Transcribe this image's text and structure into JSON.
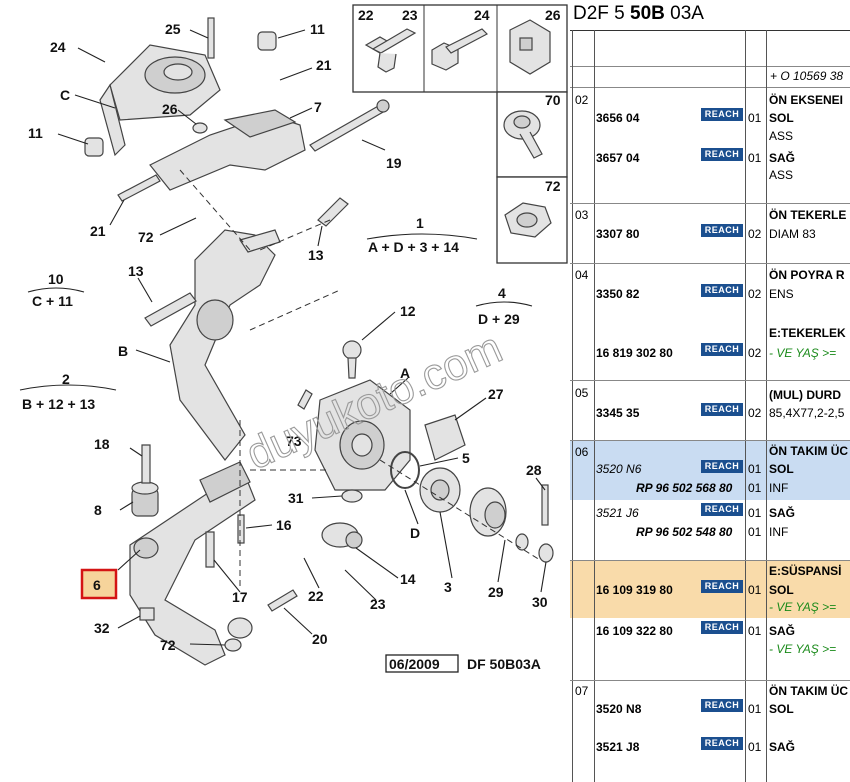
{
  "diagram": {
    "labels": {
      "n1": "1",
      "n2": "2",
      "n3": "3",
      "n4": "4",
      "n5": "5",
      "n6": "6",
      "n7": "7",
      "n8": "8",
      "n10": "10",
      "n11a": "11",
      "n11b": "11",
      "n12": "12",
      "n13a": "13",
      "n13b": "13",
      "n14": "14",
      "n16": "16",
      "n17": "17",
      "n18": "18",
      "n19": "19",
      "n20": "20",
      "n21a": "21",
      "n21b": "21",
      "n22": "22",
      "n23": "23",
      "n24": "24",
      "n25": "25",
      "n26": "26",
      "n27": "27",
      "n28": "28",
      "n29": "29",
      "n30": "30",
      "n31": "31",
      "n32": "32",
      "n72": "72",
      "n72b": "72",
      "n73": "73",
      "A": "A",
      "B": "B",
      "C": "C",
      "D": "D"
    },
    "groups": {
      "g1": "A + D + 3 + 14",
      "g10": "C + 11",
      "g2": "B + 12 + 13",
      "g4": "D + 29"
    },
    "inset": {
      "l22": "22",
      "l23": "23",
      "l24": "24",
      "l26": "26",
      "l70": "70",
      "l72": "72"
    },
    "date_box": "06/2009",
    "diagram_code": "DF 50B03A",
    "highlight_label": "6",
    "watermark": "duyukoto.com"
  },
  "panel": {
    "header_prefix": "D2F 5 ",
    "header_bold": "50B",
    "header_suffix": " 03A",
    "top_note": "+ O 10569 38",
    "reach_label": "REACH",
    "rows": [
      {
        "idx": "02",
        "title": "ÖN EKSENEI",
        "lines": [
          {
            "ref": "3656 04",
            "qty": "01",
            "desc": "SOL",
            "sub": "ASS"
          },
          {
            "ref": "3657 04",
            "qty": "01",
            "desc": "SAĞ",
            "sub": "ASS"
          }
        ]
      },
      {
        "idx": "03",
        "title": "ÖN TEKERLE",
        "lines": [
          {
            "ref": "3307 80",
            "qty": "02",
            "desc": "DIAM 83"
          }
        ]
      },
      {
        "idx": "04",
        "title": "ÖN POYRA R",
        "lines": [
          {
            "ref": "3350 82",
            "qty": "02",
            "desc": "ENS"
          },
          {
            "ref": "16 819 302 80",
            "qty": "02",
            "desc": "- VE YAŞ >=",
            "title2": "E:TEKERLEK"
          }
        ]
      },
      {
        "idx": "05",
        "title": "(MUL) DURD",
        "lines": [
          {
            "ref": "3345 35",
            "qty": "02",
            "desc": "85,4X77,2-2,5"
          }
        ]
      },
      {
        "idx": "06",
        "title": "ÖN TAKIM ÜC",
        "lines": [
          {
            "ref": "3520 N6",
            "qty": "01",
            "desc": "SOL",
            "ref2": "RP 96 502 568 80",
            "qty2": "01",
            "desc2": "INF"
          },
          {
            "ref": "3521 J6",
            "qty": "01",
            "desc": "SAĞ",
            "ref2": "RP 96 502 548 80",
            "qty2": "01",
            "desc2": "INF"
          }
        ]
      },
      {
        "idx": "",
        "title": "E:SÜSPANSİ",
        "lines": [
          {
            "ref": "16 109 319 80",
            "qty": "01",
            "desc": "SOL",
            "sub": "- VE YAŞ >="
          },
          {
            "ref": "16 109 322 80",
            "qty": "01",
            "desc": "SAĞ",
            "sub": "- VE YAŞ >="
          }
        ]
      },
      {
        "idx": "07",
        "title": "ÖN TAKIM ÜC",
        "lines": [
          {
            "ref": "3520 N8",
            "qty": "01",
            "desc": "SOL"
          },
          {
            "ref": "3521 J8",
            "qty": "01",
            "desc": "SAĞ"
          }
        ]
      }
    ]
  }
}
